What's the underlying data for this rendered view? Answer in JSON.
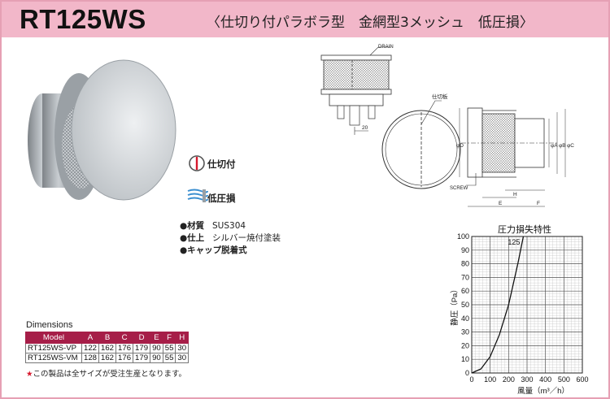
{
  "header": {
    "model": "RT125WS",
    "description": "〈仕切り付パラボラ型　金網型3メッシュ　低圧損〉"
  },
  "features": [
    {
      "icon": "partition-icon",
      "label": "仕切付"
    },
    {
      "icon": "low-pressure-loss-icon",
      "label": "低圧損"
    }
  ],
  "specs": [
    {
      "key": "●材質",
      "value": "SUS304"
    },
    {
      "key": "●仕上",
      "value": "シルバー焼付塗装"
    },
    {
      "key": "●キャップ脱着式",
      "value": ""
    }
  ],
  "drawing_labels": {
    "drain": "DRAIN",
    "partition": "仕切板",
    "screw": "SCREW",
    "dim_20": "20",
    "phi_d": "φD",
    "phi_a": "φA",
    "phi_b": "φB",
    "phi_c": "φC",
    "e": "E",
    "f": "F",
    "h": "H"
  },
  "dimensions": {
    "title": "Dimensions",
    "columns": [
      "Model",
      "A",
      "B",
      "C",
      "D",
      "E",
      "F",
      "H"
    ],
    "rows": [
      [
        "RT125WS-VP",
        "122",
        "162",
        "176",
        "179",
        "90",
        "55",
        "30"
      ],
      [
        "RT125WS-VM",
        "128",
        "162",
        "176",
        "179",
        "90",
        "55",
        "30"
      ]
    ],
    "note_star": "★",
    "note": "この製品は全サイズが受注生産となります。"
  },
  "chart_data": {
    "type": "line",
    "title": "圧力損失特性",
    "xlabel": "風量（m³／h）",
    "ylabel": "静圧（Pa）",
    "xlim": [
      0,
      600
    ],
    "ylim": [
      0,
      100
    ],
    "xticks": [
      0,
      100,
      200,
      300,
      400,
      500,
      600
    ],
    "yticks": [
      0,
      10,
      20,
      30,
      40,
      50,
      60,
      70,
      80,
      90,
      100
    ],
    "grid": true,
    "series": [
      {
        "name": "125",
        "x": [
          0,
          50,
          100,
          150,
          200,
          250,
          280
        ],
        "y": [
          0,
          3,
          12,
          28,
          50,
          80,
          100
        ]
      }
    ]
  }
}
